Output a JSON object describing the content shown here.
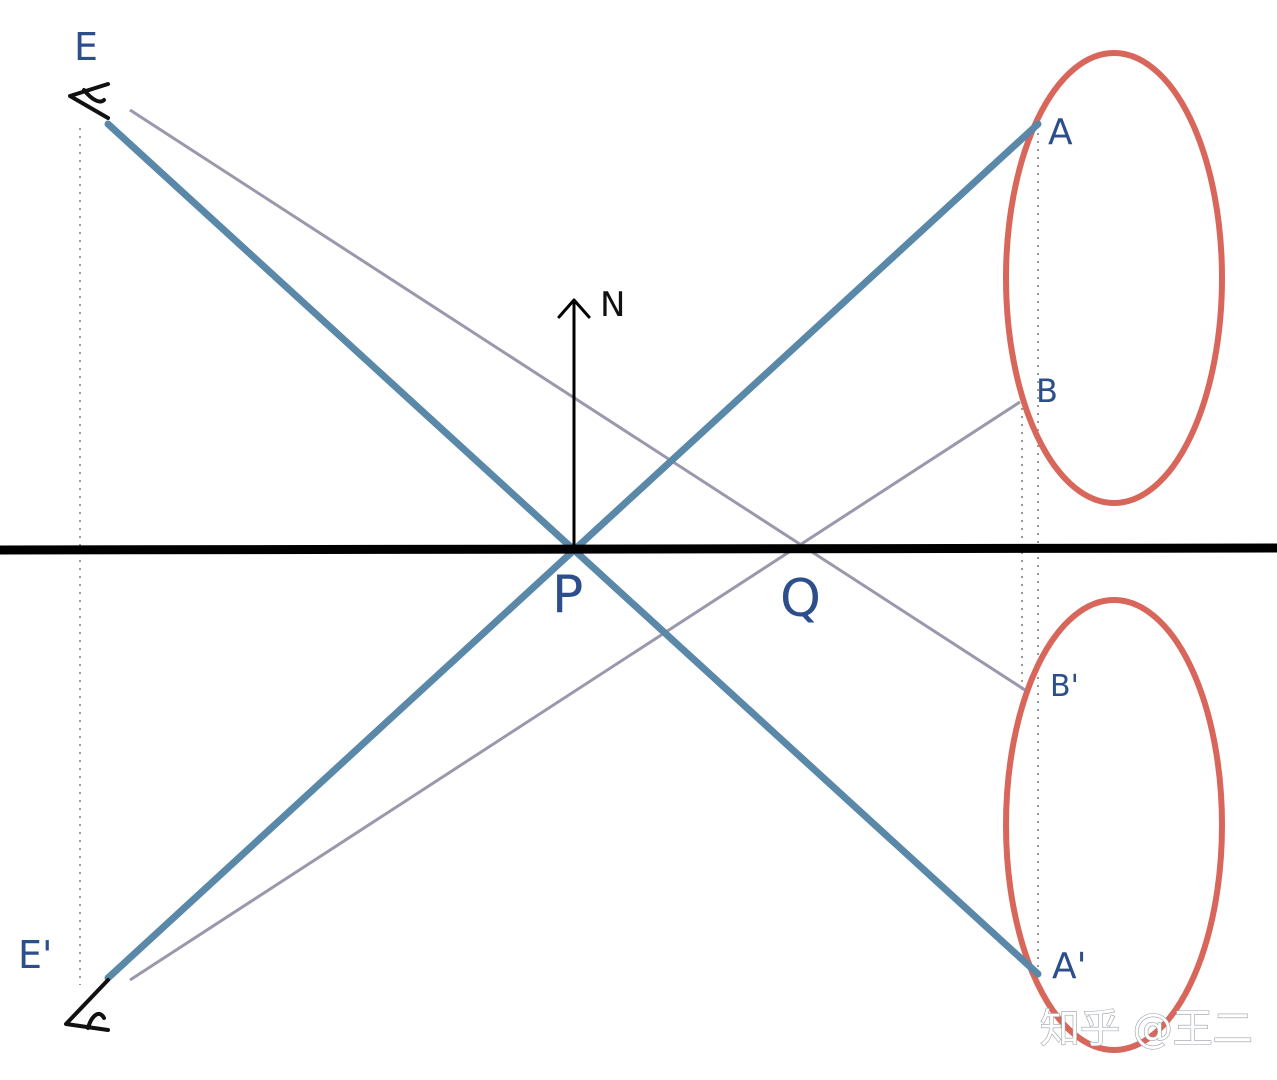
{
  "labels": {
    "E": "E",
    "E_prime": "E'",
    "N": "N",
    "P": "P",
    "Q": "Q",
    "A": "A",
    "B": "B",
    "B_prime": "B'",
    "A_prime": "A'"
  },
  "watermark": "知乎 @王二",
  "colors": {
    "blue_ray": "#5a88a8",
    "gray_ray": "#9a98ac",
    "ellipse": "#d9665a",
    "mirror": "#000000",
    "label": "#2c4f8c",
    "dotted": "#9a9a9a"
  }
}
